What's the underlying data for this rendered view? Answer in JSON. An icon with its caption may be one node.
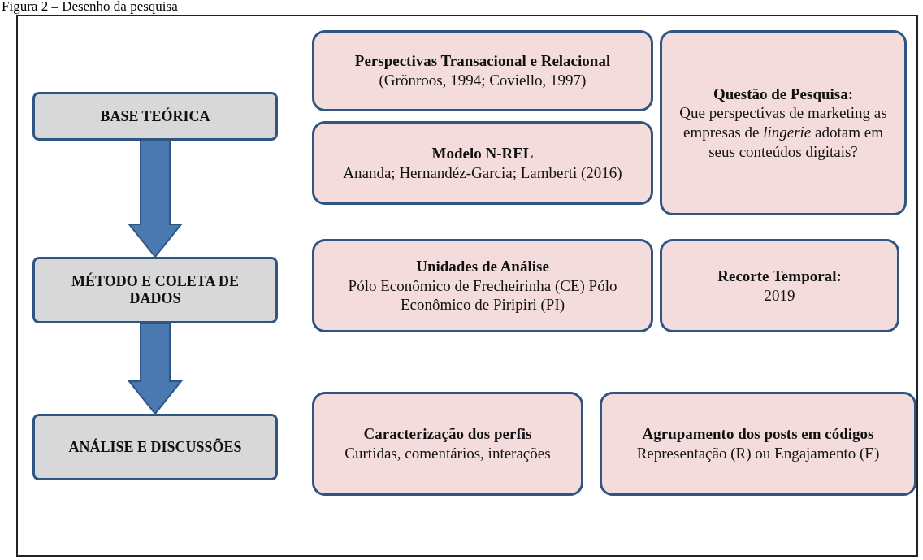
{
  "diagram": {
    "title": "Figura 2 – Desenho da pesquisa",
    "nodes": [
      {
        "text": [
          "BASE TEÓRICA"
        ]
      },
      {
        "text": [
          "MÉTODO E COLETA DE DADOS"
        ]
      },
      {
        "text": [
          "ANÁLISE E DISCUSSÕES"
        ]
      },
      {
        "text": [
          "Perspectivas Transacional e Relacional",
          "(Grönroos, 1994; Coviello, 1997)"
        ]
      },
      {
        "text": [
          "Modelo N-REL",
          "Ananda; Hernandéz-Garcia; Lamberti (2016)"
        ]
      },
      {
        "text": [
          "Questão de Pesquisa:",
          "Que perspectivas de marketing as empresas de *lingerie* adotam em seus conteúdos digitais?"
        ]
      },
      {
        "text": [
          "Unidades de Análise",
          "Pólo Econômico de Frecheirinha (CE) Pólo Econômico de Piripiri (PI)"
        ]
      },
      {
        "text": [
          "Recorte Temporal:",
          "2019"
        ]
      },
      {
        "text": [
          "Caracterização dos perfis",
          "Curtidas, comentários, interações"
        ]
      },
      {
        "text": [
          "Agrupamento dos posts em códigos",
          "Representação (R) ou Engajamento (E)"
        ]
      }
    ],
    "edges": [
      {
        "from": 0,
        "to": 1,
        "arrow": "to",
        "style": "thick"
      },
      {
        "from": 1,
        "to": 2,
        "arrow": "to",
        "style": "thick"
      }
    ]
  }
}
